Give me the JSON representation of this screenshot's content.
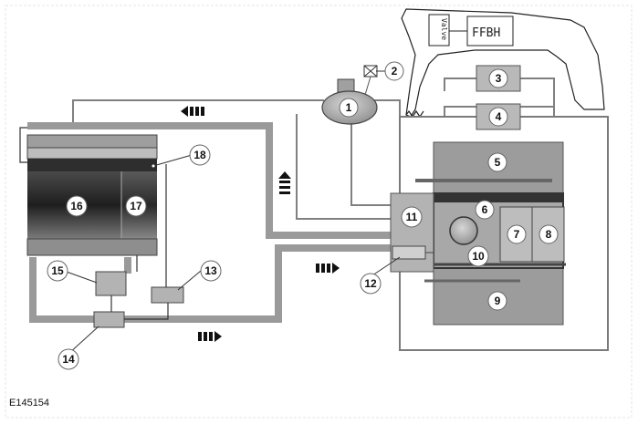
{
  "figure_id": "E145154",
  "handwritten": {
    "valve": "Valve",
    "ffbh": "FFBH"
  },
  "callouts": [
    {
      "n": "1"
    },
    {
      "n": "2"
    },
    {
      "n": "3"
    },
    {
      "n": "4"
    },
    {
      "n": "5"
    },
    {
      "n": "6"
    },
    {
      "n": "7"
    },
    {
      "n": "8"
    },
    {
      "n": "9"
    },
    {
      "n": "10"
    },
    {
      "n": "11"
    },
    {
      "n": "12"
    },
    {
      "n": "13"
    },
    {
      "n": "14"
    },
    {
      "n": "15"
    },
    {
      "n": "16"
    },
    {
      "n": "17"
    },
    {
      "n": "18"
    }
  ],
  "colors": {
    "pipe": "#9a9a9a",
    "component": "#b9b9b9",
    "engine": "#9c9c9c",
    "dark": "#333333"
  }
}
